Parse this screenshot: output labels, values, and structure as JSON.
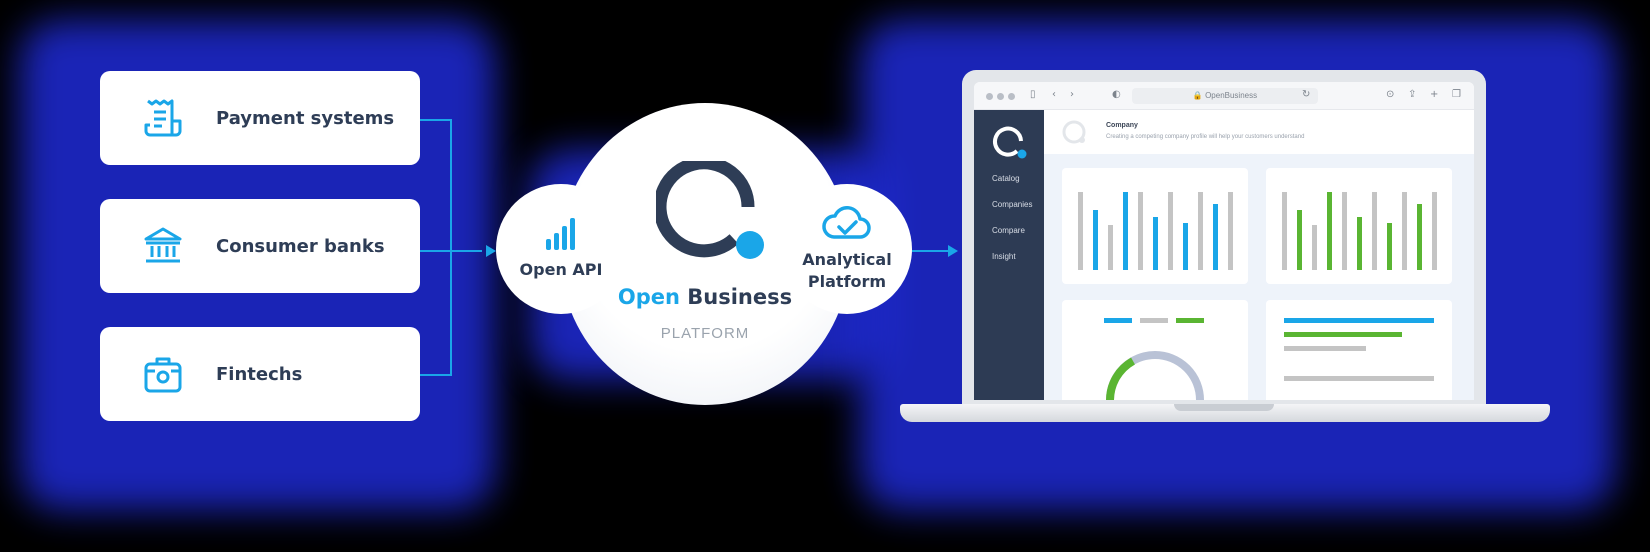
{
  "sources": [
    {
      "label": "Payment systems",
      "icon": "receipt-icon"
    },
    {
      "label": "Consumer banks",
      "icon": "bank-icon"
    },
    {
      "label": "Fintechs",
      "icon": "briefcase-icon"
    }
  ],
  "platform": {
    "brand_open": "Open",
    "brand_business": "Business",
    "subtitle": "PLATFORM",
    "open_api_label": "Open API",
    "analytical_label_line1": "Analytical",
    "analytical_label_line2": "Platform"
  },
  "app": {
    "url": "OpenBusiness",
    "sidebar": [
      "Catalog",
      "Companies",
      "Compare",
      "Insight"
    ],
    "page_title": "Company",
    "page_subtitle": "Creating a competing company profile will help your customers understand"
  },
  "colors": {
    "accent": "#1aa6e8",
    "navy": "#2d3b54",
    "green": "#5ab532",
    "gray": "#c4c4c4",
    "glow": "#1f2bd6"
  },
  "chart_data": [
    {
      "type": "bar",
      "values": [
        0.91,
        0.7,
        0.52,
        0.91,
        0.91,
        0.62,
        0.91,
        0.55,
        0.91,
        0.77,
        0.91
      ],
      "highlight_color": "#1aa6e8",
      "highlight_indices": [
        1,
        3,
        5,
        7,
        9
      ]
    },
    {
      "type": "bar",
      "values": [
        0.91,
        0.7,
        0.52,
        0.91,
        0.91,
        0.62,
        0.91,
        0.55,
        0.91,
        0.77,
        0.91
      ],
      "highlight_color": "#5ab532",
      "highlight_indices": [
        1,
        3,
        5,
        7,
        9
      ]
    }
  ]
}
